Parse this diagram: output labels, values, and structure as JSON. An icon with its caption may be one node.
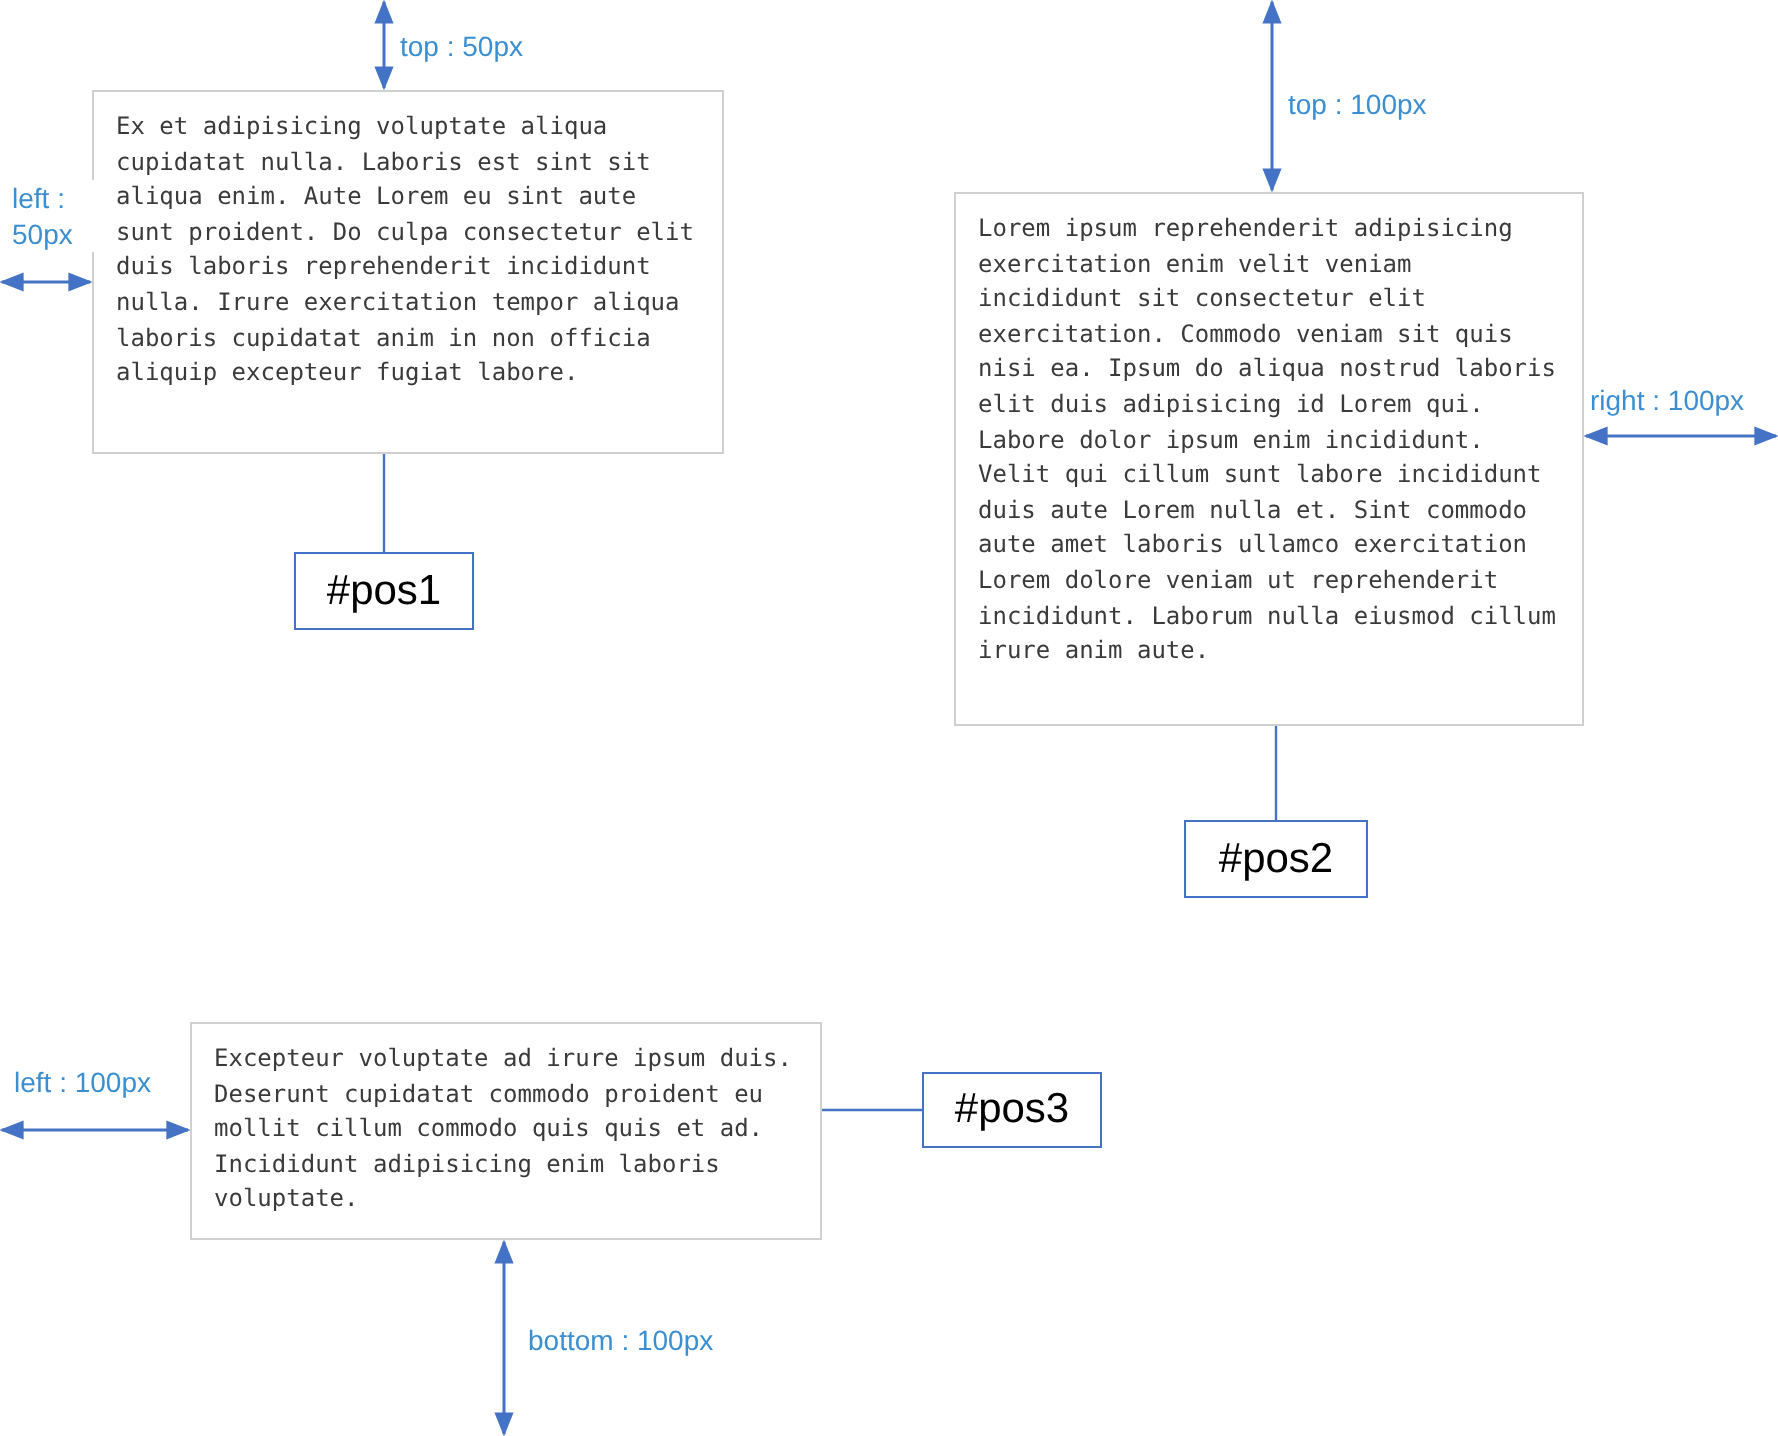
{
  "diagram": {
    "nodes": [
      {
        "text": [
          "Ex et adipisicing voluptate aliqua cupidatat nulla. Laboris est sint sit aliqua enim. Aute Lorem eu sint aute sunt proident. Do culpa consectetur elit duis laboris reprehenderit incididunt nulla. Irure exercitation tempor aliqua laboris cupidatat anim in non officia aliquip excepteur fugiat labore."
        ]
      },
      {
        "text": [
          "#pos1"
        ]
      },
      {
        "text": [
          "Lorem ipsum reprehenderit adipisicing exercitation enim velit veniam incididunt sit consectetur elit exercitation. Commodo veniam sit quis nisi ea. Ipsum do aliqua nostrud laboris elit duis adipisicing id Lorem qui. Labore dolor ipsum enim incididunt. Velit qui cillum sunt labore incididunt duis aute Lorem nulla et. Sint commodo aute amet laboris ullamco exercitation Lorem dolore veniam ut reprehenderit incididunt. Laborum nulla eiusmod cillum irure anim aute."
        ]
      },
      {
        "text": [
          "#pos2"
        ]
      },
      {
        "text": [
          "Excepteur voluptate ad irure ipsum duis. Deserunt cupidatat commodo proident eu mollit cillum commodo quis quis et ad. Incididunt adipisicing enim laboris voluptate."
        ]
      },
      {
        "text": [
          "#pos3"
        ]
      }
    ],
    "edges": [
      {
        "from": 1,
        "to": 0,
        "arrow": "none"
      },
      {
        "from": 3,
        "to": 2,
        "arrow": "none"
      },
      {
        "from": 5,
        "to": 4,
        "arrow": "none"
      }
    ],
    "labels": [
      "top : 50px",
      "left : 50px",
      "top : 100px",
      "right : 100px",
      "left : 100px",
      "bottom : 100px"
    ]
  }
}
